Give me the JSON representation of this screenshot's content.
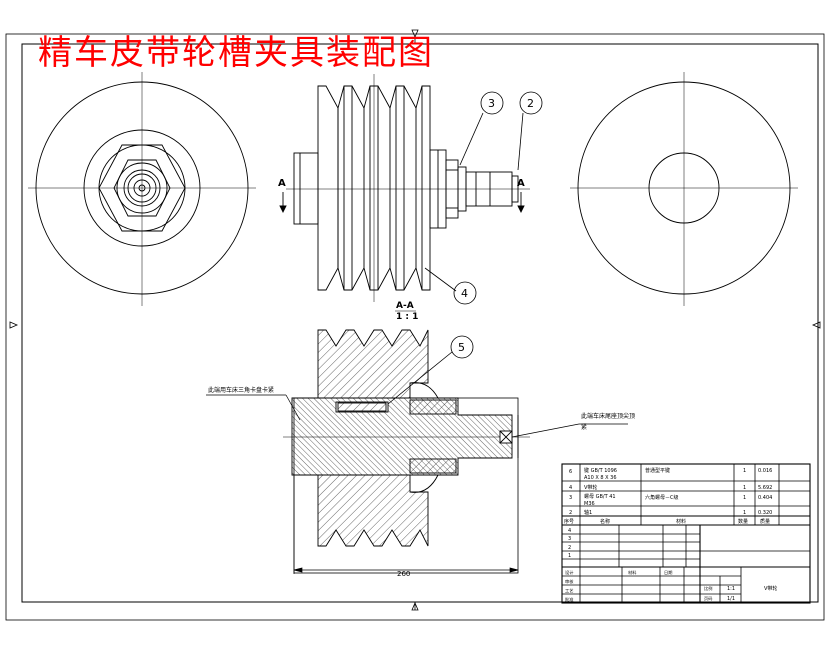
{
  "title": "精车皮带轮槽夹具装配图",
  "section_marker": "A",
  "section_label": "A-A",
  "section_scale": "1 : 1",
  "balloons": [
    "2",
    "3",
    "4",
    "5"
  ],
  "notes": {
    "left": "此端用车床三角卡盘卡紧",
    "right_line1": "此端车床尾座顶尖顶",
    "right_line2": "紧"
  },
  "dimension": "260",
  "bom": {
    "rows": [
      {
        "no": "6",
        "name": "键 GB/T 1096",
        "name2": "A10 X 8 X 36",
        "material": "普通型平键",
        "qty": "1",
        "mass": "0.016"
      },
      {
        "no": "4",
        "name": "V带轮",
        "name2": "",
        "material": "",
        "qty": "1",
        "mass": "5.692"
      },
      {
        "no": "3",
        "name": "螺母 GB/T 41",
        "name2": "M36",
        "material": "六角螺母－C级",
        "qty": "1",
        "mass": "0.404"
      },
      {
        "no": "2",
        "name": "轴1",
        "name2": "",
        "material": "",
        "qty": "1",
        "mass": "0.320"
      }
    ],
    "header": {
      "no": "序号",
      "name": "名称",
      "material": "材料",
      "qty": "数量",
      "mass": "质量"
    },
    "revision_rows": [
      "4",
      "3",
      "2",
      "1"
    ]
  },
  "title_block": {
    "design": "设计",
    "check": "审核",
    "process": "工艺",
    "approve": "批准",
    "scale_label": "比例",
    "scale": "1:1",
    "sheet_label": "页码",
    "sheet": "1/1",
    "drawing_name": "V带轮",
    "material_label": "材料",
    "date_label": "日期"
  }
}
